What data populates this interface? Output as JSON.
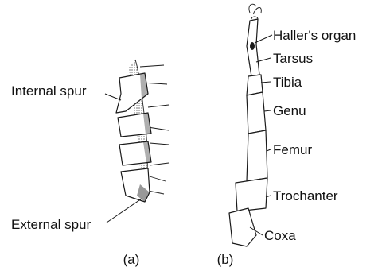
{
  "panel_a": {
    "label": "(a)",
    "annotations": {
      "internal_spur": "Internal spur",
      "external_spur": "External spur"
    }
  },
  "panel_b": {
    "label": "(b)",
    "annotations": {
      "hallers_organ": "Haller's organ",
      "tarsus": "Tarsus",
      "tibia": "Tibia",
      "genu": "Genu",
      "femur": "Femur",
      "trochanter": "Trochanter",
      "coxa": "Coxa"
    }
  },
  "colors": {
    "ink": "#1a1a1a",
    "background": "#ffffff"
  }
}
